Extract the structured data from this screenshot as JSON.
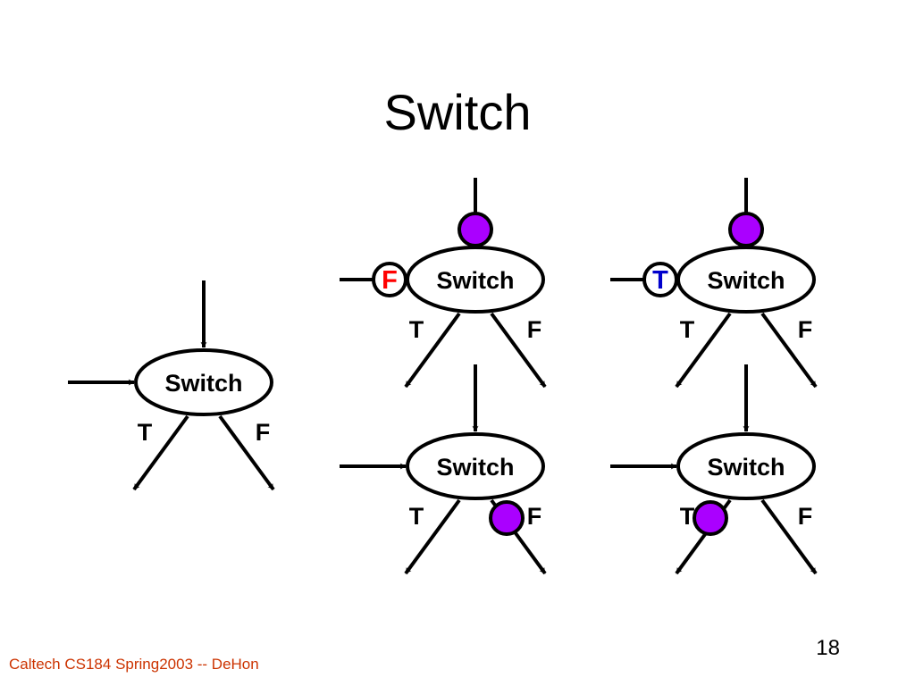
{
  "slide": {
    "title": "Switch",
    "page_number": "18",
    "footer": "Caltech CS184 Spring2003 -- DeHon"
  },
  "colors": {
    "token": "#aa00ff",
    "false_control": "#ff0000",
    "true_control": "#0000cc"
  },
  "diagrams": [
    {
      "node_label": "Switch",
      "true_label": "T",
      "false_label": "F"
    },
    {
      "node_label": "Switch",
      "true_label": "T",
      "false_label": "F",
      "control_token": "F",
      "data_token_on": "input"
    },
    {
      "node_label": "Switch",
      "true_label": "T",
      "false_label": "F",
      "control_token": "T",
      "data_token_on": "input"
    },
    {
      "node_label": "Switch",
      "true_label": "T",
      "false_label": "F",
      "data_token_on": "false_output"
    },
    {
      "node_label": "Switch",
      "true_label": "T",
      "false_label": "F",
      "data_token_on": "true_output"
    }
  ]
}
